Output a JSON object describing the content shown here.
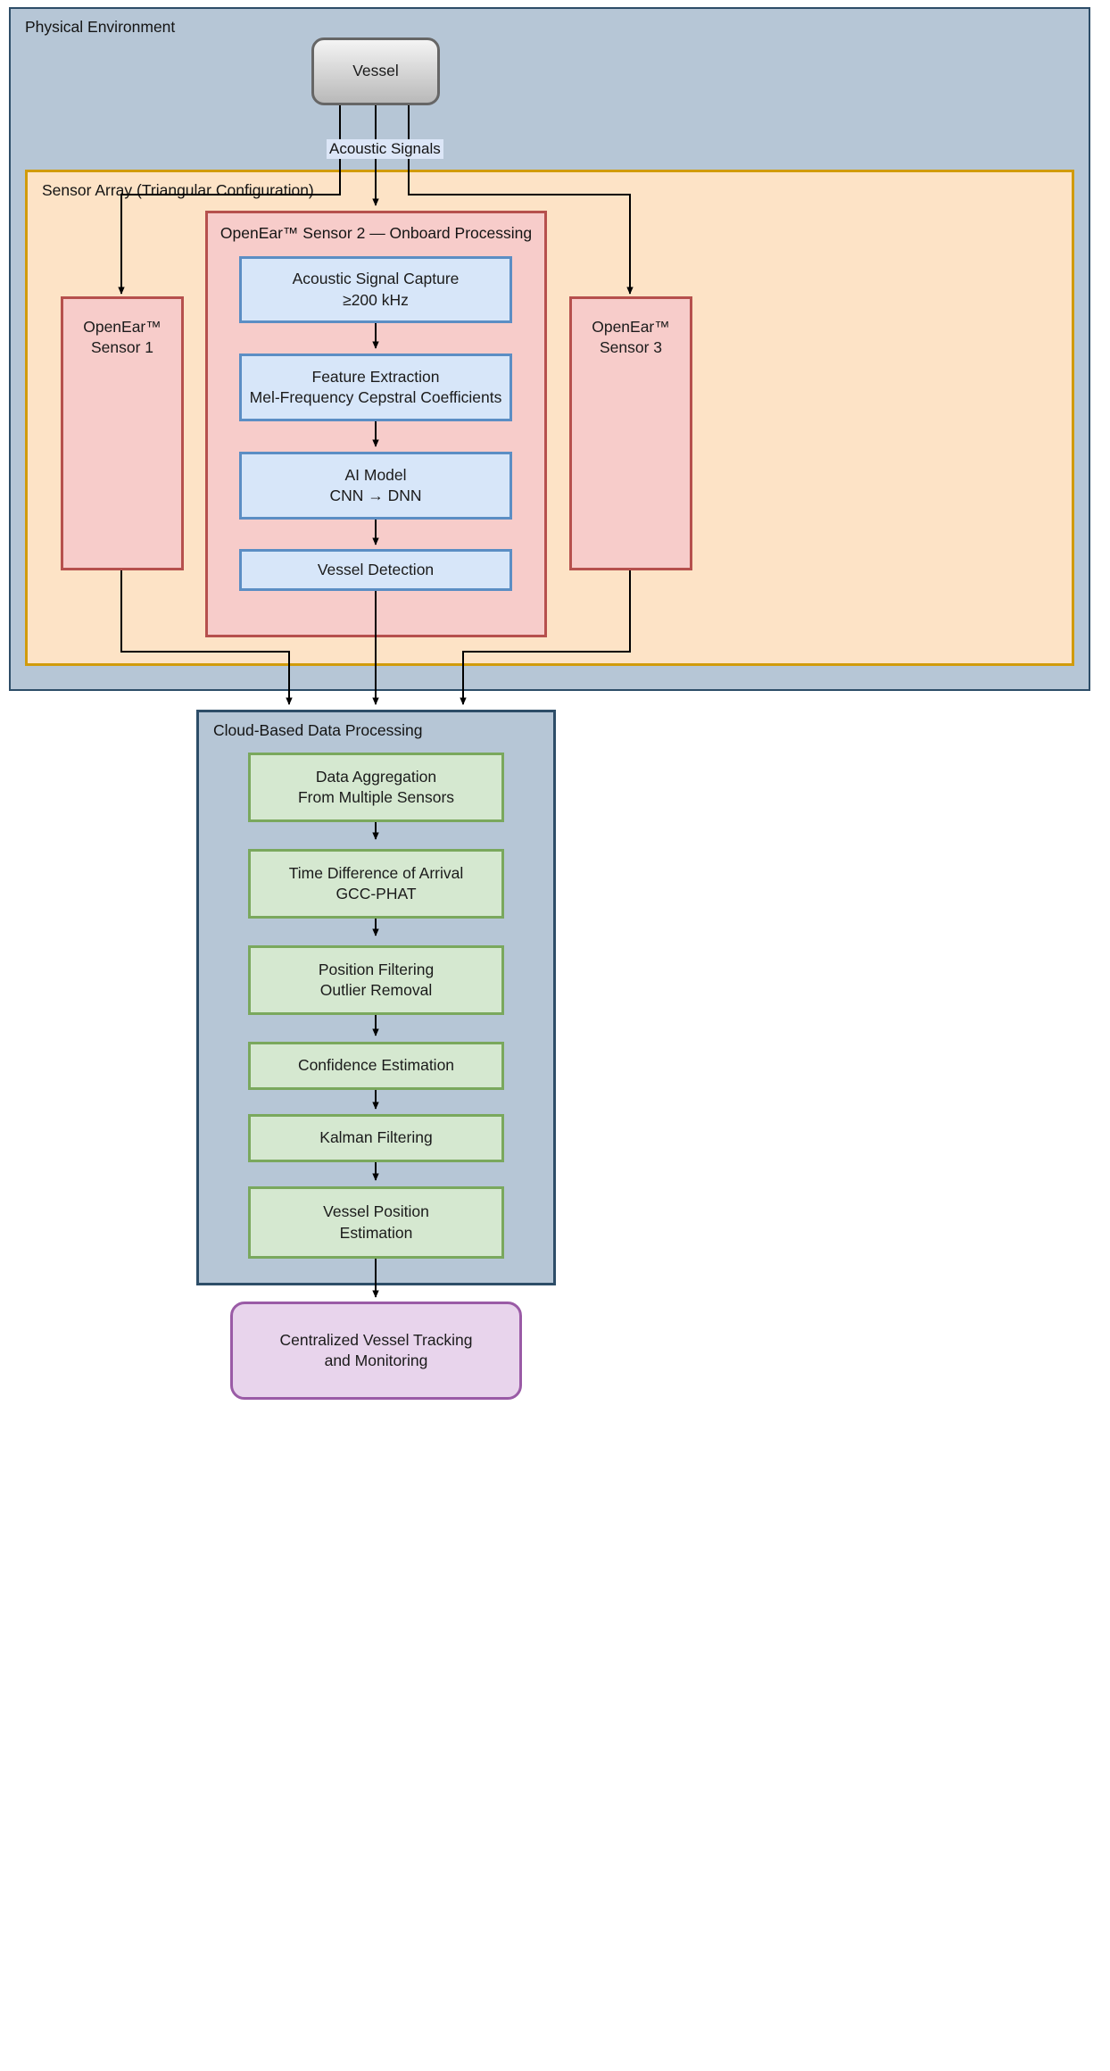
{
  "diagram": {
    "title_physical": "Physical Environment",
    "title_sensor_array": "Sensor Array (Triangular Configuration)",
    "title_sensor2": "OpenEar™ Sensor 2 — Onboard Processing",
    "title_cloud": "Cloud-Based Data Processing",
    "edge_label_acoustic": "Acoustic Signals"
  },
  "nodes": {
    "vessel": "Vessel",
    "sensor1": "OpenEar™\nSensor 1",
    "sensor3": "OpenEar™\nSensor 3",
    "capture": "Acoustic Signal Capture\n≥200 kHz",
    "feature": "Feature Extraction\nMel-Frequency Cepstral Coefficients",
    "aimodel": "AI Model\nCNN → DNN",
    "detection": "Vessel Detection",
    "aggregation": "Data Aggregation\nFrom Multiple Sensors",
    "tdoa": "Time Difference of Arrival\nGCC-PHAT",
    "filtering": "Position Filtering\nOutlier Removal",
    "confidence": "Confidence Estimation",
    "kalman": "Kalman Filtering",
    "position": "Vessel Position\nEstimation",
    "centralized": "Centralized Vessel Tracking\nand Monitoring"
  },
  "colors": {
    "physical_fill": "#b6c6d6",
    "physical_stroke": "#2d4d68",
    "sensor_array_fill": "#fde3c6",
    "sensor_array_stroke": "#d19b0b",
    "sensor_fill": "#f7ccca",
    "sensor_stroke": "#b6504d",
    "process_fill": "#d7e6f9",
    "process_stroke": "#5b8ec4",
    "cloud_step_fill": "#d5e8d0",
    "cloud_step_stroke": "#7aa85d",
    "output_fill": "#e8d4ec",
    "output_stroke": "#9a5ba6",
    "edge_stroke": "#000000"
  }
}
